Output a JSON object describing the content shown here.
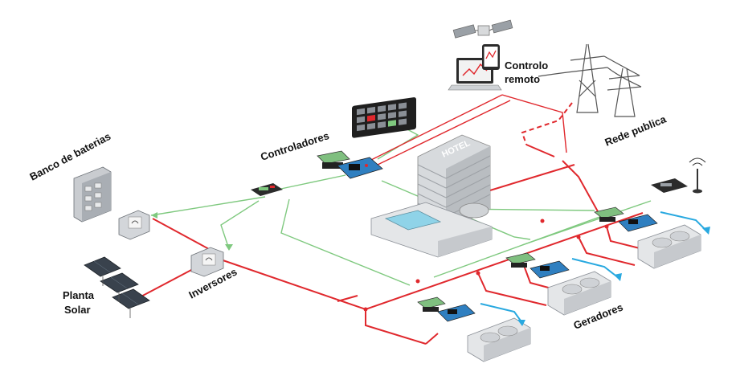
{
  "labels": {
    "remote_control_line1": "Controlo",
    "remote_control_line2": "remoto",
    "public_grid": "Rede publica",
    "controllers": "Controladores",
    "battery_bank": "Banco de baterias",
    "hotel_sign": "HOTEL",
    "solar_plant_line1": "Planta",
    "solar_plant_line2": "Solar",
    "inverters": "Inversores",
    "generators": "Geradores"
  },
  "colors": {
    "power_line": "#e0282d",
    "control_line": "#7fc97f",
    "data_line": "#e0282d",
    "generator_flow": "#29a9e0",
    "hotel_glass": "#8fd3e8",
    "device_gray": "#b8bcc2"
  },
  "icons": {
    "satellite": "satellite-icon",
    "laptop": "laptop-icon",
    "tablet": "tablet-icon",
    "pylon": "power-pylon-icon",
    "touch_panel": "touch-panel-icon",
    "controller_board": "controller-board-icon",
    "battery_cabinet": "battery-cabinet-icon",
    "inverter_box": "inverter-box-icon",
    "solar_panel": "solar-panel-icon",
    "generator": "generator-icon",
    "antenna": "antenna-icon",
    "hotel": "hotel-building-icon"
  }
}
